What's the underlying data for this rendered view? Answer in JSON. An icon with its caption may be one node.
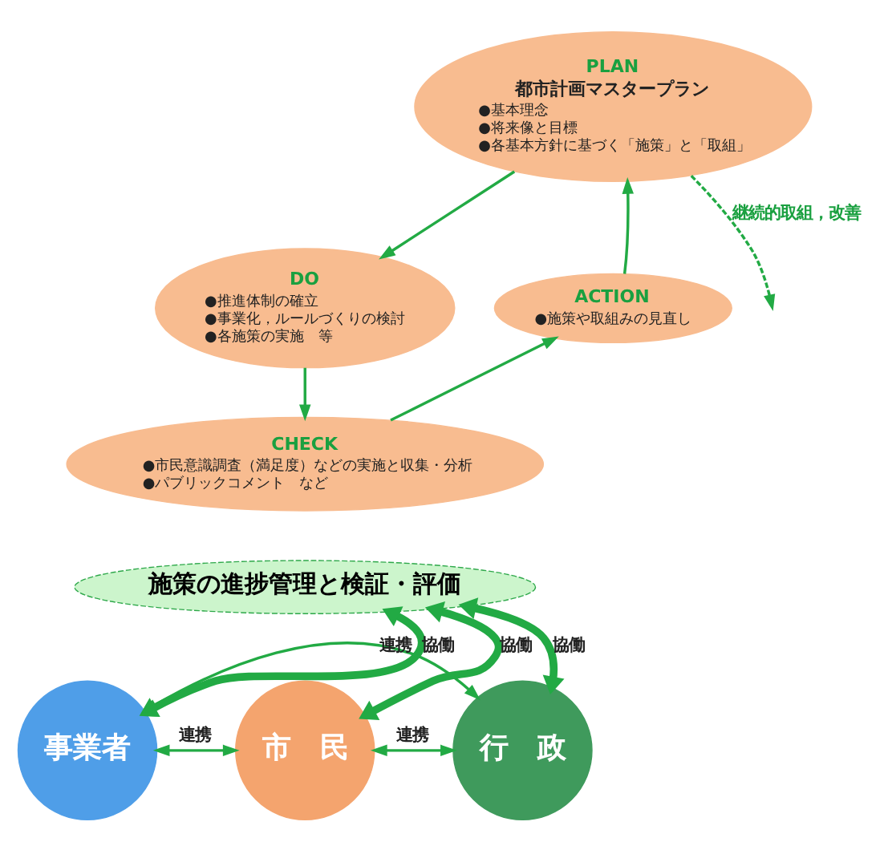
{
  "diagram": {
    "nodes": [
      {
        "text": [
          "施策の進捗管理と検証・評価"
        ]
      },
      {
        "text": [
          "PLAN",
          "都市計画マスタープラン",
          "●基本理念",
          "●将来像と目標",
          "●各基本方針に基づく「施策」と「取組」"
        ]
      },
      {
        "text": [
          "DO",
          "●推進体制の確立",
          "●事業化，ルールづくりの検討",
          "●各施策の実施　等"
        ]
      },
      {
        "text": [
          "CHECK",
          "●市民意識調査（満足度）などの実施と収集・分析",
          "●パブリックコメント　など"
        ]
      },
      {
        "text": [
          "ACTION",
          "●施策や取組みの見直し"
        ]
      },
      {
        "text": [
          "事業者"
        ]
      },
      {
        "text": [
          "市　民"
        ]
      },
      {
        "text": [
          "行　政"
        ]
      }
    ],
    "edges": [
      {
        "from": 1,
        "to": 2,
        "arrow": "to"
      },
      {
        "from": 2,
        "to": 3,
        "arrow": "to"
      },
      {
        "from": 3,
        "to": 4,
        "arrow": "to"
      },
      {
        "from": 4,
        "to": 1,
        "arrow": "to"
      },
      {
        "from": 1,
        "to": null,
        "arrow": "to",
        "style": "dashed",
        "label": "継続的取組，改善"
      },
      {
        "from": 5,
        "to": 0,
        "arrow": "both",
        "style": "thick",
        "label": "協働"
      },
      {
        "from": 6,
        "to": 0,
        "arrow": "both",
        "style": "thick",
        "label": "協働"
      },
      {
        "from": 7,
        "to": 0,
        "arrow": "both",
        "style": "thick",
        "label": "協働"
      },
      {
        "from": 5,
        "to": 6,
        "arrow": "both",
        "label": "連携"
      },
      {
        "from": 6,
        "to": 7,
        "arrow": "both",
        "label": "連携"
      },
      {
        "from": 5,
        "to": 7,
        "arrow": "both",
        "label": "連携"
      }
    ]
  }
}
